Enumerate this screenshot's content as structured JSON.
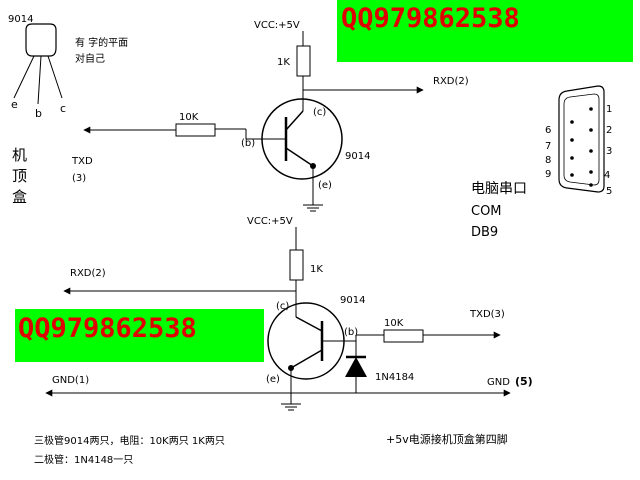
{
  "part_name": "9014",
  "part_note_line1": "有 字的平面",
  "part_note_line2": "对自己",
  "pins": {
    "e": "e",
    "b": "b",
    "c": "c"
  },
  "top_circuit": {
    "vcc": "VCC:+5V",
    "resistor_collector": "1K",
    "resistor_base": "10K",
    "rxd_out": "RXD(2)",
    "pin_c": "(c)",
    "pin_b": "(b)",
    "pin_e": "(e)",
    "transistor": "9014",
    "txd_in": "TXD",
    "txd_in_pin": "(3)"
  },
  "stb_label": [
    "机",
    "顶",
    "盒"
  ],
  "db9": {
    "pins_left": [
      "6",
      "7",
      "8",
      "9"
    ],
    "pins_right": [
      "1",
      "2",
      "3",
      "4",
      "5"
    ],
    "label_line1": "电脑串口",
    "label_line2": "COM",
    "label_line3": "DB9"
  },
  "bottom_circuit": {
    "vcc": "VCC:+5V",
    "resistor_collector": "1K",
    "rxd_out": "RXD(2)",
    "transistor": "9014",
    "pin_c": "(c)",
    "pin_b": "(b)",
    "pin_e": "(e)",
    "resistor_base": "10K",
    "txd_in": "TXD(3)",
    "diode": "1N4184",
    "gnd_left": "GND(1)",
    "gnd_right": "GND",
    "gnd_right_pin": "(5)"
  },
  "watermark_top": "QQ979862538",
  "watermark_bottom": "QQ979862538",
  "notes": {
    "line1": "三极管9014两只，电阻：10K两只 1K两只",
    "line2": "二极管：1N4148一只",
    "power": "+5v电源接机顶盒第四脚"
  },
  "colors": {
    "watermark_bg": "#00ff00",
    "watermark_text": "#e00000"
  }
}
